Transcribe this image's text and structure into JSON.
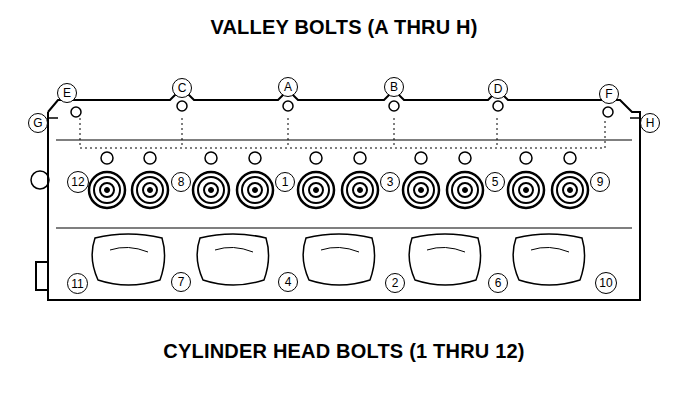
{
  "diagram": {
    "title": "VALLEY BOLTS (A THRU H)",
    "caption": "CYLINDER HEAD BOLTS (1 THRU 12)",
    "labels": [
      "E",
      "C",
      "A",
      "B",
      "D",
      "F",
      "G",
      "H",
      "12",
      "8",
      "1",
      "3",
      "5",
      "9",
      "11",
      "7",
      "4",
      "2",
      "6",
      "10"
    ]
  }
}
